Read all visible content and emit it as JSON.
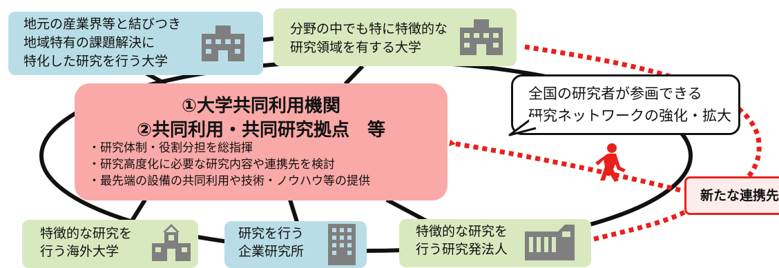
{
  "top_left_box": {
    "lines": [
      "地元の産業界等と結びつき",
      "地域特有の課題解決に",
      "特化した研究を行う大学"
    ],
    "icon": "building-icon"
  },
  "top_center_box": {
    "lines": [
      "分野の中でも特に特徴的な",
      "研究領域を有する大学"
    ],
    "icon": "building-icon"
  },
  "core": {
    "title_lines": [
      "①大学共同利用機関",
      "②共同利用・共同研究拠点　等"
    ],
    "bullets": [
      "・研究体制・役割分担を総指揮",
      "・研究高度化に必要な研究内容や連携先を検討",
      "・最先端の設備の共同利用や技術・ノウハウ等の提供"
    ]
  },
  "callout": {
    "lines": [
      "全国の研究者が参画できる",
      "研究ネットワークの強化・拡大"
    ]
  },
  "new_partner": {
    "label": "新たな連携先"
  },
  "bottom_left_box": {
    "lines": [
      "特徴的な研究を",
      "行う海外大学"
    ],
    "icon": "school-icon"
  },
  "bottom_center_box": {
    "lines": [
      "研究を行う",
      "企業研究所"
    ],
    "icon": "office-tower-icon"
  },
  "bottom_right_box": {
    "lines": [
      "特徴的な研究を",
      "行う研究発法人"
    ],
    "icon": "factory-icon"
  },
  "colors": {
    "blue_box": "#b9dde6",
    "green_box": "#d8e9bf",
    "core_box": "#f9a9a7",
    "accent_red": "#e8201c",
    "icon_gray": "#7f7f7f"
  }
}
